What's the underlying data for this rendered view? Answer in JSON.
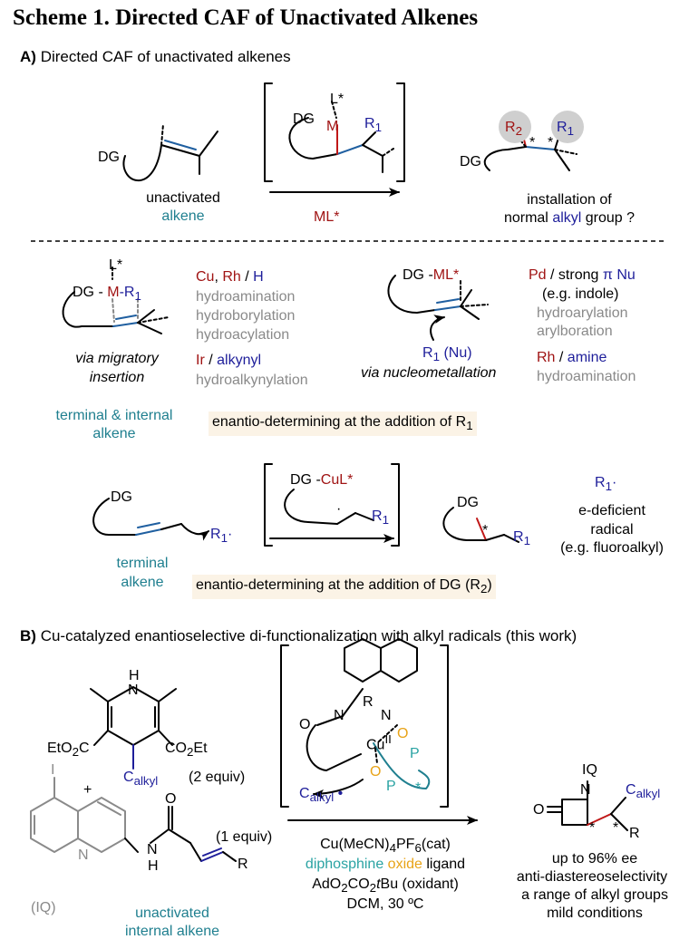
{
  "title": "Scheme 1. Directed CAF of Unactivated Alkenes",
  "section_a": {
    "label": "A)",
    "heading": "Directed CAF of unactivated alkenes",
    "labels": {
      "dg": "DG",
      "l_star": "L*",
      "m": "M",
      "r1": "R",
      "r2": "R",
      "sub1": "1",
      "sub2": "2",
      "star": "*"
    },
    "unactivated": "unactivated",
    "alkene": "alkene",
    "reagent": "ML*",
    "installation": "installation of",
    "normal": "normal",
    "alkyl": "alkyl",
    "group": "group ?",
    "mig": {
      "metal_a": "Cu",
      "comma": ", ",
      "metal_b": "Rh",
      "slash": " / ",
      "h": "H",
      "reactions": [
        "hydroamination",
        "hydroborylation",
        "hydroacylation"
      ],
      "metal_ir": "Ir",
      "alkynyl": "alkynyl",
      "ir_reaction": "hydroalkynylation",
      "via": "via migratory",
      "insertion": "insertion",
      "dg_label": "DG -",
      "m_label": "M",
      "r_label": "-R"
    },
    "nuc": {
      "dg_ml": "DG -",
      "ml": "ML*",
      "metal_pd": "Pd",
      "strong": " / strong ",
      "pi_nu": "π Nu",
      "eg": "(e.g. indole)",
      "pd_reactions": [
        "hydroarylation",
        "arylboration"
      ],
      "metal_rh": "Rh",
      "amine": "amine",
      "rh_reaction": "hydroamination",
      "r1nu": "R",
      "nu": "(Nu)",
      "via": "via nucleometallation"
    },
    "terminal_internal": "terminal & internal",
    "alkene2": "alkene",
    "enantio_r1": "enantio-determining at the addition of R",
    "radical": {
      "dg": "DG",
      "cul": "DG -",
      "cul_label": "CuL*",
      "r1_dot": "·",
      "terminal": "terminal",
      "alkene": "alkene",
      "r1_side": "R",
      "edeficient": "e-deficient",
      "radical": "radical",
      "eg": "(e.g. fluoroalkyl)",
      "enantio_dg": "enantio-determining at the addition of DG (R",
      "close": ")"
    }
  },
  "section_b": {
    "label": "B)",
    "heading": "Cu-catalyzed enantioselective di-functionalization with alkyl radicals (this work)",
    "hantzsch": {
      "nh": "H",
      "n": "N",
      "eto2c": "EtO",
      "co2et": "CO",
      "calkyl": "C",
      "alkyl_sub": "alkyl",
      "equiv": "(2 equiv)",
      "plus": "+"
    },
    "substrate": {
      "i": "I",
      "n": "N",
      "nh": "N",
      "h": "H",
      "o": "O",
      "r": "R",
      "equiv": "(1 equiv)",
      "iq": "(IQ)",
      "unactivated": "unactivated",
      "internal": "internal alkene"
    },
    "intermediate": {
      "o": "O",
      "n": "N",
      "r": "R",
      "n2": "N",
      "cu": "Cu",
      "cu_ox": "II",
      "o1": "O",
      "p1": "P",
      "o2": "O",
      "p2": "P",
      "calkyl": "C",
      "alkyl_sub": "alkyl",
      "star": "*"
    },
    "conditions": {
      "catalyst": "Cu(MeCN)",
      "cat_sub": "4",
      "cat_tail": "PF",
      "cat_sub2": "6",
      "cat_end": "(cat)",
      "ligand_a": "diphosphine",
      "ligand_b": "oxide",
      "ligand_c": "ligand",
      "oxidant": "AdO",
      "ox_sub": "2",
      "ox_mid": "CO",
      "ox_sub2": "2",
      "ox_tbu": "t",
      "ox_end": "Bu (oxidant)",
      "temp": "DCM, 30 ºC"
    },
    "product": {
      "iq": "IQ",
      "o": "O",
      "n": "N",
      "calkyl": "C",
      "alkyl_sub": "alkyl",
      "r": "R",
      "star": "*"
    },
    "results": [
      "up to 96% ee",
      "anti-diastereoselectivity",
      "a range of alkyl groups",
      "mild conditions"
    ]
  },
  "colors": {
    "red": "#a01414",
    "navy": "#1e1e9a",
    "teal": "#1f7f8f",
    "orange": "#e8a317",
    "gray": "#8a8a8a",
    "highlight": "#fbf3e6"
  }
}
